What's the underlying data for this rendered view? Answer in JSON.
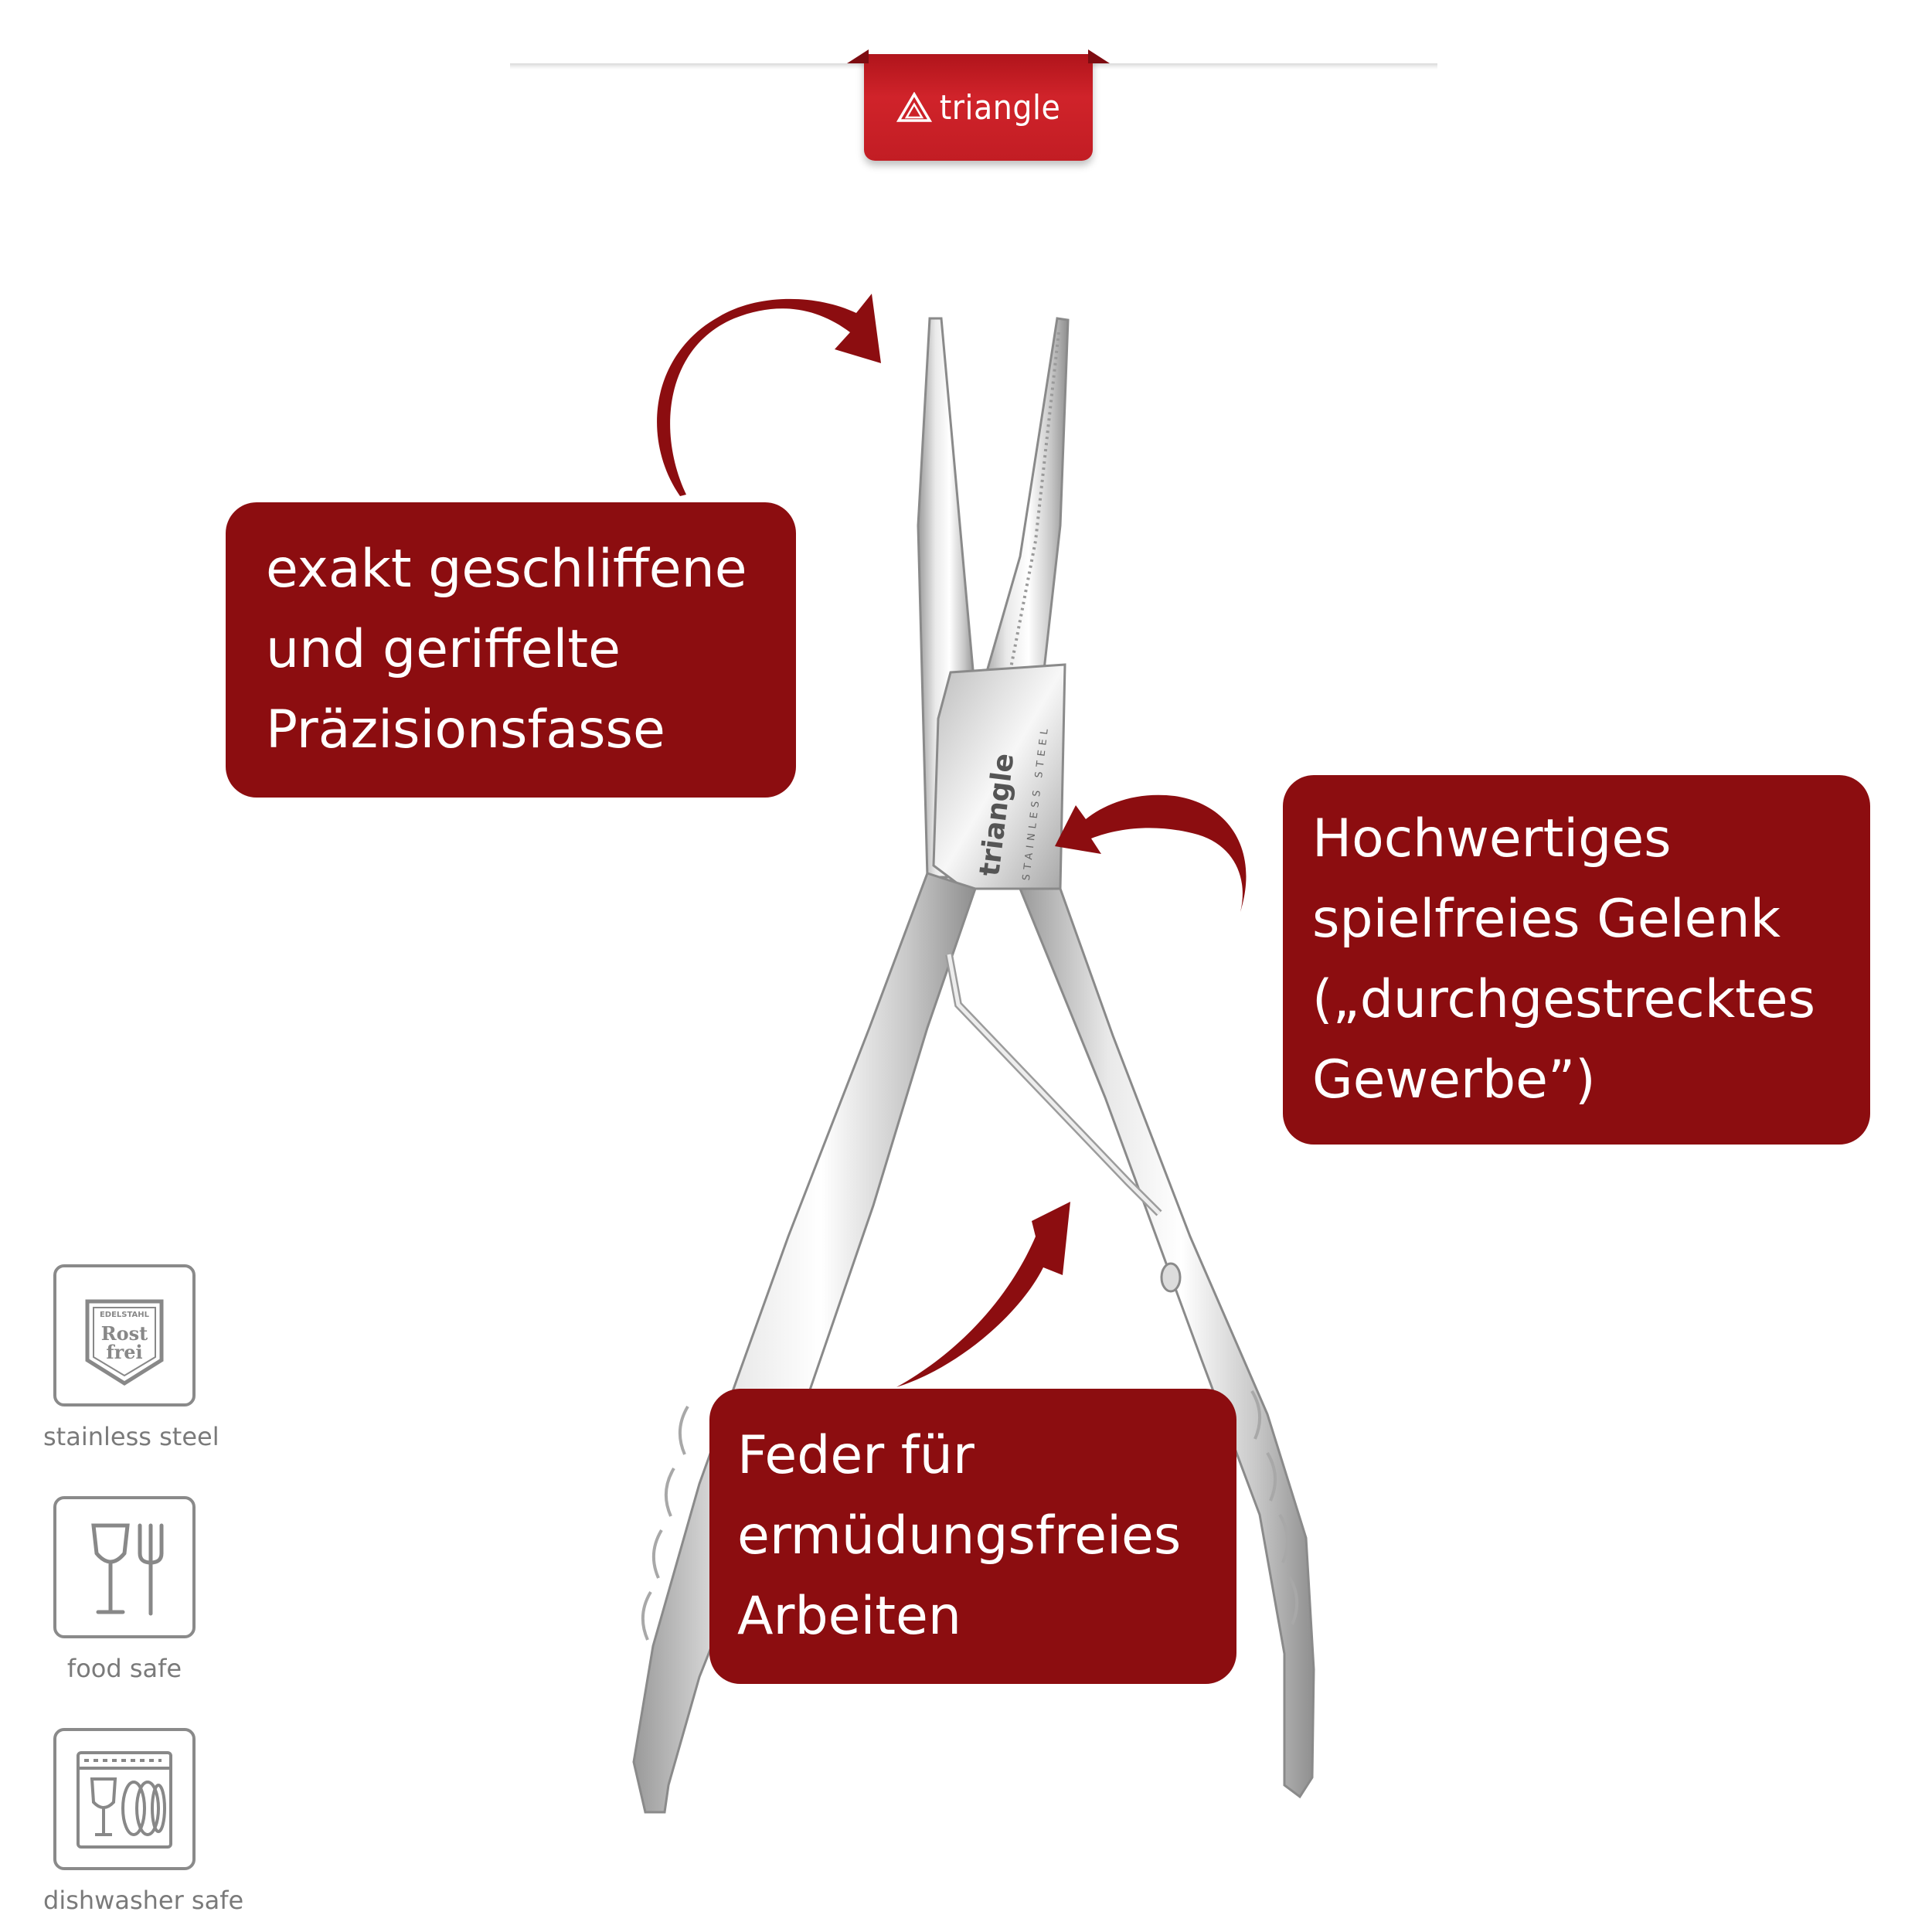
{
  "brand": {
    "name": "triangle",
    "accent_color": "#8c0d10",
    "tab_color": "#c21d24"
  },
  "product": {
    "type": "pliers",
    "engraving_brand": "triangle",
    "engraving_sub": "STAINLESS STEEL"
  },
  "callouts": [
    {
      "lines": [
        "exakt geschliffene",
        "und geriffelte",
        "Präzisionsfasse"
      ]
    },
    {
      "lines": [
        "Hochwertiges",
        "spielfreies Gelenk",
        "(„durchgestrecktes",
        "Gewerbe”)"
      ]
    },
    {
      "lines": [
        "Feder für",
        "ermüdungsfreies",
        "Arbeiten"
      ]
    }
  ],
  "certifications": [
    {
      "label": "stainless steel",
      "icon": "rostfrei-shield-icon",
      "badge_top": "EDELSTAHL",
      "badge_line1": "Rost",
      "badge_line2": "frei"
    },
    {
      "label": "food safe",
      "icon": "glass-fork-icon"
    },
    {
      "label": "dishwasher safe",
      "icon": "dishwasher-icon"
    }
  ]
}
